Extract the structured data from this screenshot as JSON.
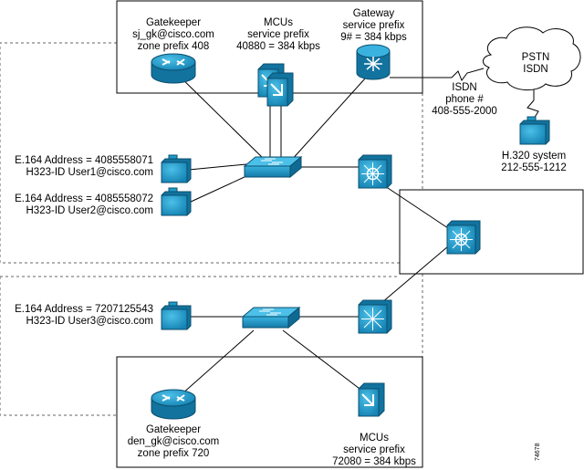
{
  "colors": {
    "device_fill": "#1a9cc9",
    "device_stroke": "#0c4f6e",
    "line": "#000000",
    "dashed": "#666666",
    "cloud_fill": "#ffffff"
  },
  "gatekeeper_top": {
    "l1": "Gatekeeper",
    "l2": "sj_gk@cisco.com",
    "l3": "zone prefix 408",
    "icon": "router-icon"
  },
  "mcu_top": {
    "l1": "MCUs",
    "l2": "service prefix",
    "l3": "40880 = 384 kbps",
    "icon": "mcu-icon"
  },
  "gateway": {
    "l1": "Gateway",
    "l2": "service prefix",
    "l3": "9# = 384 kbps",
    "icon": "gateway-icon"
  },
  "pstn": {
    "l1": "PSTN",
    "l2": "ISDN"
  },
  "isdn": {
    "l1": "ISDN",
    "l2": "phone #",
    "l3": "408-555-2000"
  },
  "h320": {
    "l1": "H.320 system",
    "l2": "212-555-1212"
  },
  "user1": {
    "l1": "E.164 Address = 4085558071",
    "l2": "H323-ID User1@cisco.com"
  },
  "user2": {
    "l1": "E.164 Address = 4085558072",
    "l2": "H323-ID User2@cisco.com"
  },
  "user3": {
    "l1": "E.164 Address = 7207125543",
    "l2": "H323-ID User3@cisco.com"
  },
  "gatekeeper_bottom": {
    "l1": "Gatekeeper",
    "l2": "den_gk@cisco.com",
    "l3": "zone prefix 720",
    "icon": "router-icon"
  },
  "mcu_bottom": {
    "l1": "MCUs",
    "l2": "service prefix",
    "l3": "72080 = 384 kbps",
    "icon": "mcu-icon"
  },
  "figure_id": "74678"
}
